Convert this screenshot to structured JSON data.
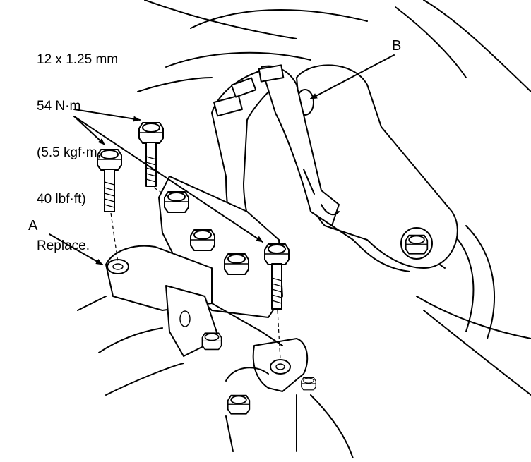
{
  "spec": {
    "lines": [
      "12 x 1.25 mm",
      "54 N·m",
      "(5.5 kgf·m,",
      "40 lbf·ft)",
      "Replace."
    ]
  },
  "labels": {
    "a": "A",
    "b": "B"
  }
}
